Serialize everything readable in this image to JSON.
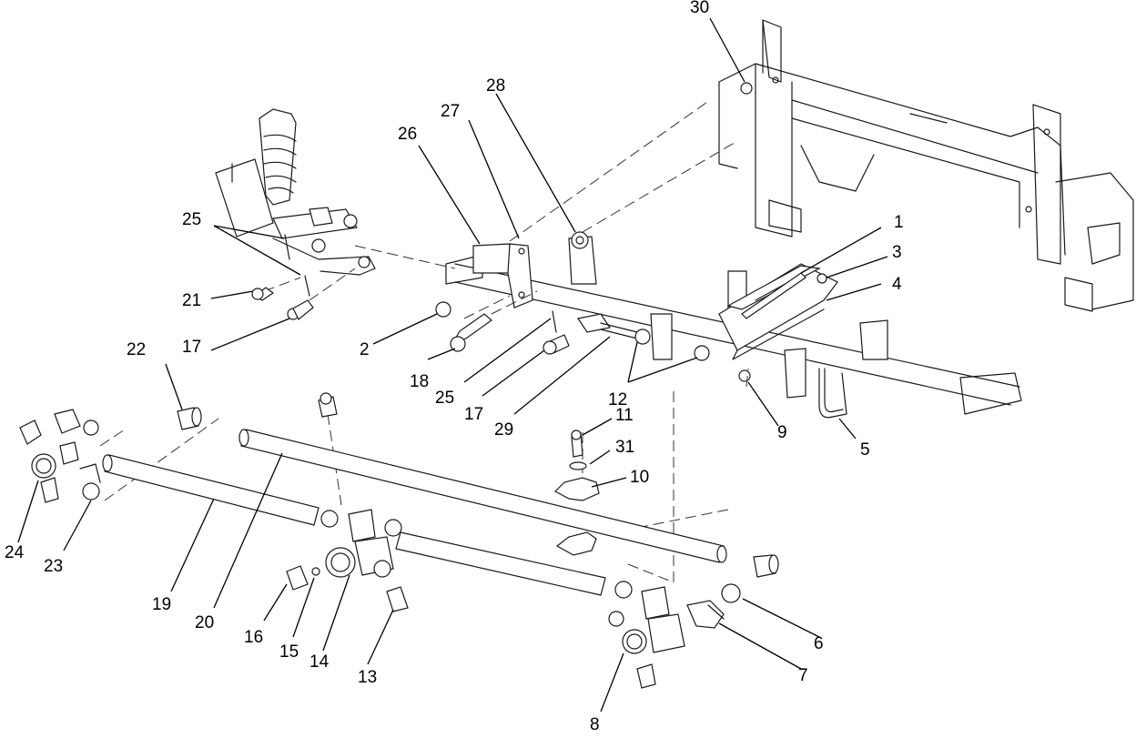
{
  "diagram": {
    "callouts": [
      {
        "id": "c1",
        "text": "1"
      },
      {
        "id": "c2",
        "text": "2"
      },
      {
        "id": "c3",
        "text": "3"
      },
      {
        "id": "c4",
        "text": "4"
      },
      {
        "id": "c5",
        "text": "5"
      },
      {
        "id": "c6",
        "text": "6"
      },
      {
        "id": "c7",
        "text": "7"
      },
      {
        "id": "c8",
        "text": "8"
      },
      {
        "id": "c9",
        "text": "9"
      },
      {
        "id": "c10",
        "text": "10"
      },
      {
        "id": "c11",
        "text": "11"
      },
      {
        "id": "c12",
        "text": "12"
      },
      {
        "id": "c13",
        "text": "13"
      },
      {
        "id": "c14",
        "text": "14"
      },
      {
        "id": "c15",
        "text": "15"
      },
      {
        "id": "c16",
        "text": "16"
      },
      {
        "id": "c17a",
        "text": "17"
      },
      {
        "id": "c17b",
        "text": "17"
      },
      {
        "id": "c18",
        "text": "18"
      },
      {
        "id": "c19",
        "text": "19"
      },
      {
        "id": "c20",
        "text": "20"
      },
      {
        "id": "c21",
        "text": "21"
      },
      {
        "id": "c22",
        "text": "22"
      },
      {
        "id": "c23",
        "text": "23"
      },
      {
        "id": "c24",
        "text": "24"
      },
      {
        "id": "c25a",
        "text": "25"
      },
      {
        "id": "c25b",
        "text": "25"
      },
      {
        "id": "c26",
        "text": "26"
      },
      {
        "id": "c27",
        "text": "27"
      },
      {
        "id": "c28",
        "text": "28"
      },
      {
        "id": "c29",
        "text": "29"
      },
      {
        "id": "c30",
        "text": "30"
      },
      {
        "id": "c31",
        "text": "31"
      }
    ]
  }
}
